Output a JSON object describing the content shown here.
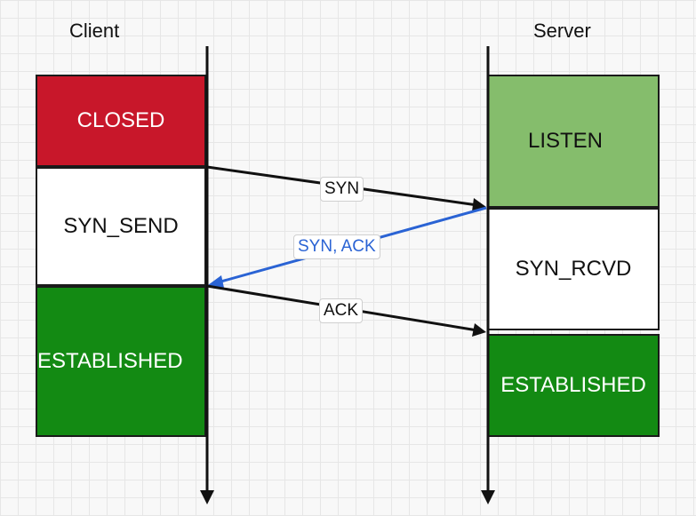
{
  "client": {
    "title": "Client",
    "states": [
      {
        "label": "CLOSED",
        "fill": "#c8172a",
        "text_color": "#ffffff"
      },
      {
        "label": "SYN_SEND",
        "fill": "#ffffff",
        "text_color": "#111111"
      },
      {
        "label": "ESTABLISHED",
        "fill": "#138a13",
        "text_color": "#ffffff"
      }
    ]
  },
  "server": {
    "title": "Server",
    "states": [
      {
        "label": "LISTEN",
        "fill": "#85bd6c",
        "text_color": "#111111"
      },
      {
        "label": "SYN_RCVD",
        "fill": "#ffffff",
        "text_color": "#111111"
      },
      {
        "label": "ESTABLISHED",
        "fill": "#138a13",
        "text_color": "#ffffff"
      }
    ]
  },
  "messages": [
    {
      "label": "SYN",
      "direction": "client-to-server",
      "color": "#111111"
    },
    {
      "label": "SYN, ACK",
      "direction": "server-to-client",
      "color": "#2a63d4"
    },
    {
      "label": "ACK",
      "direction": "client-to-server",
      "color": "#111111"
    }
  ]
}
